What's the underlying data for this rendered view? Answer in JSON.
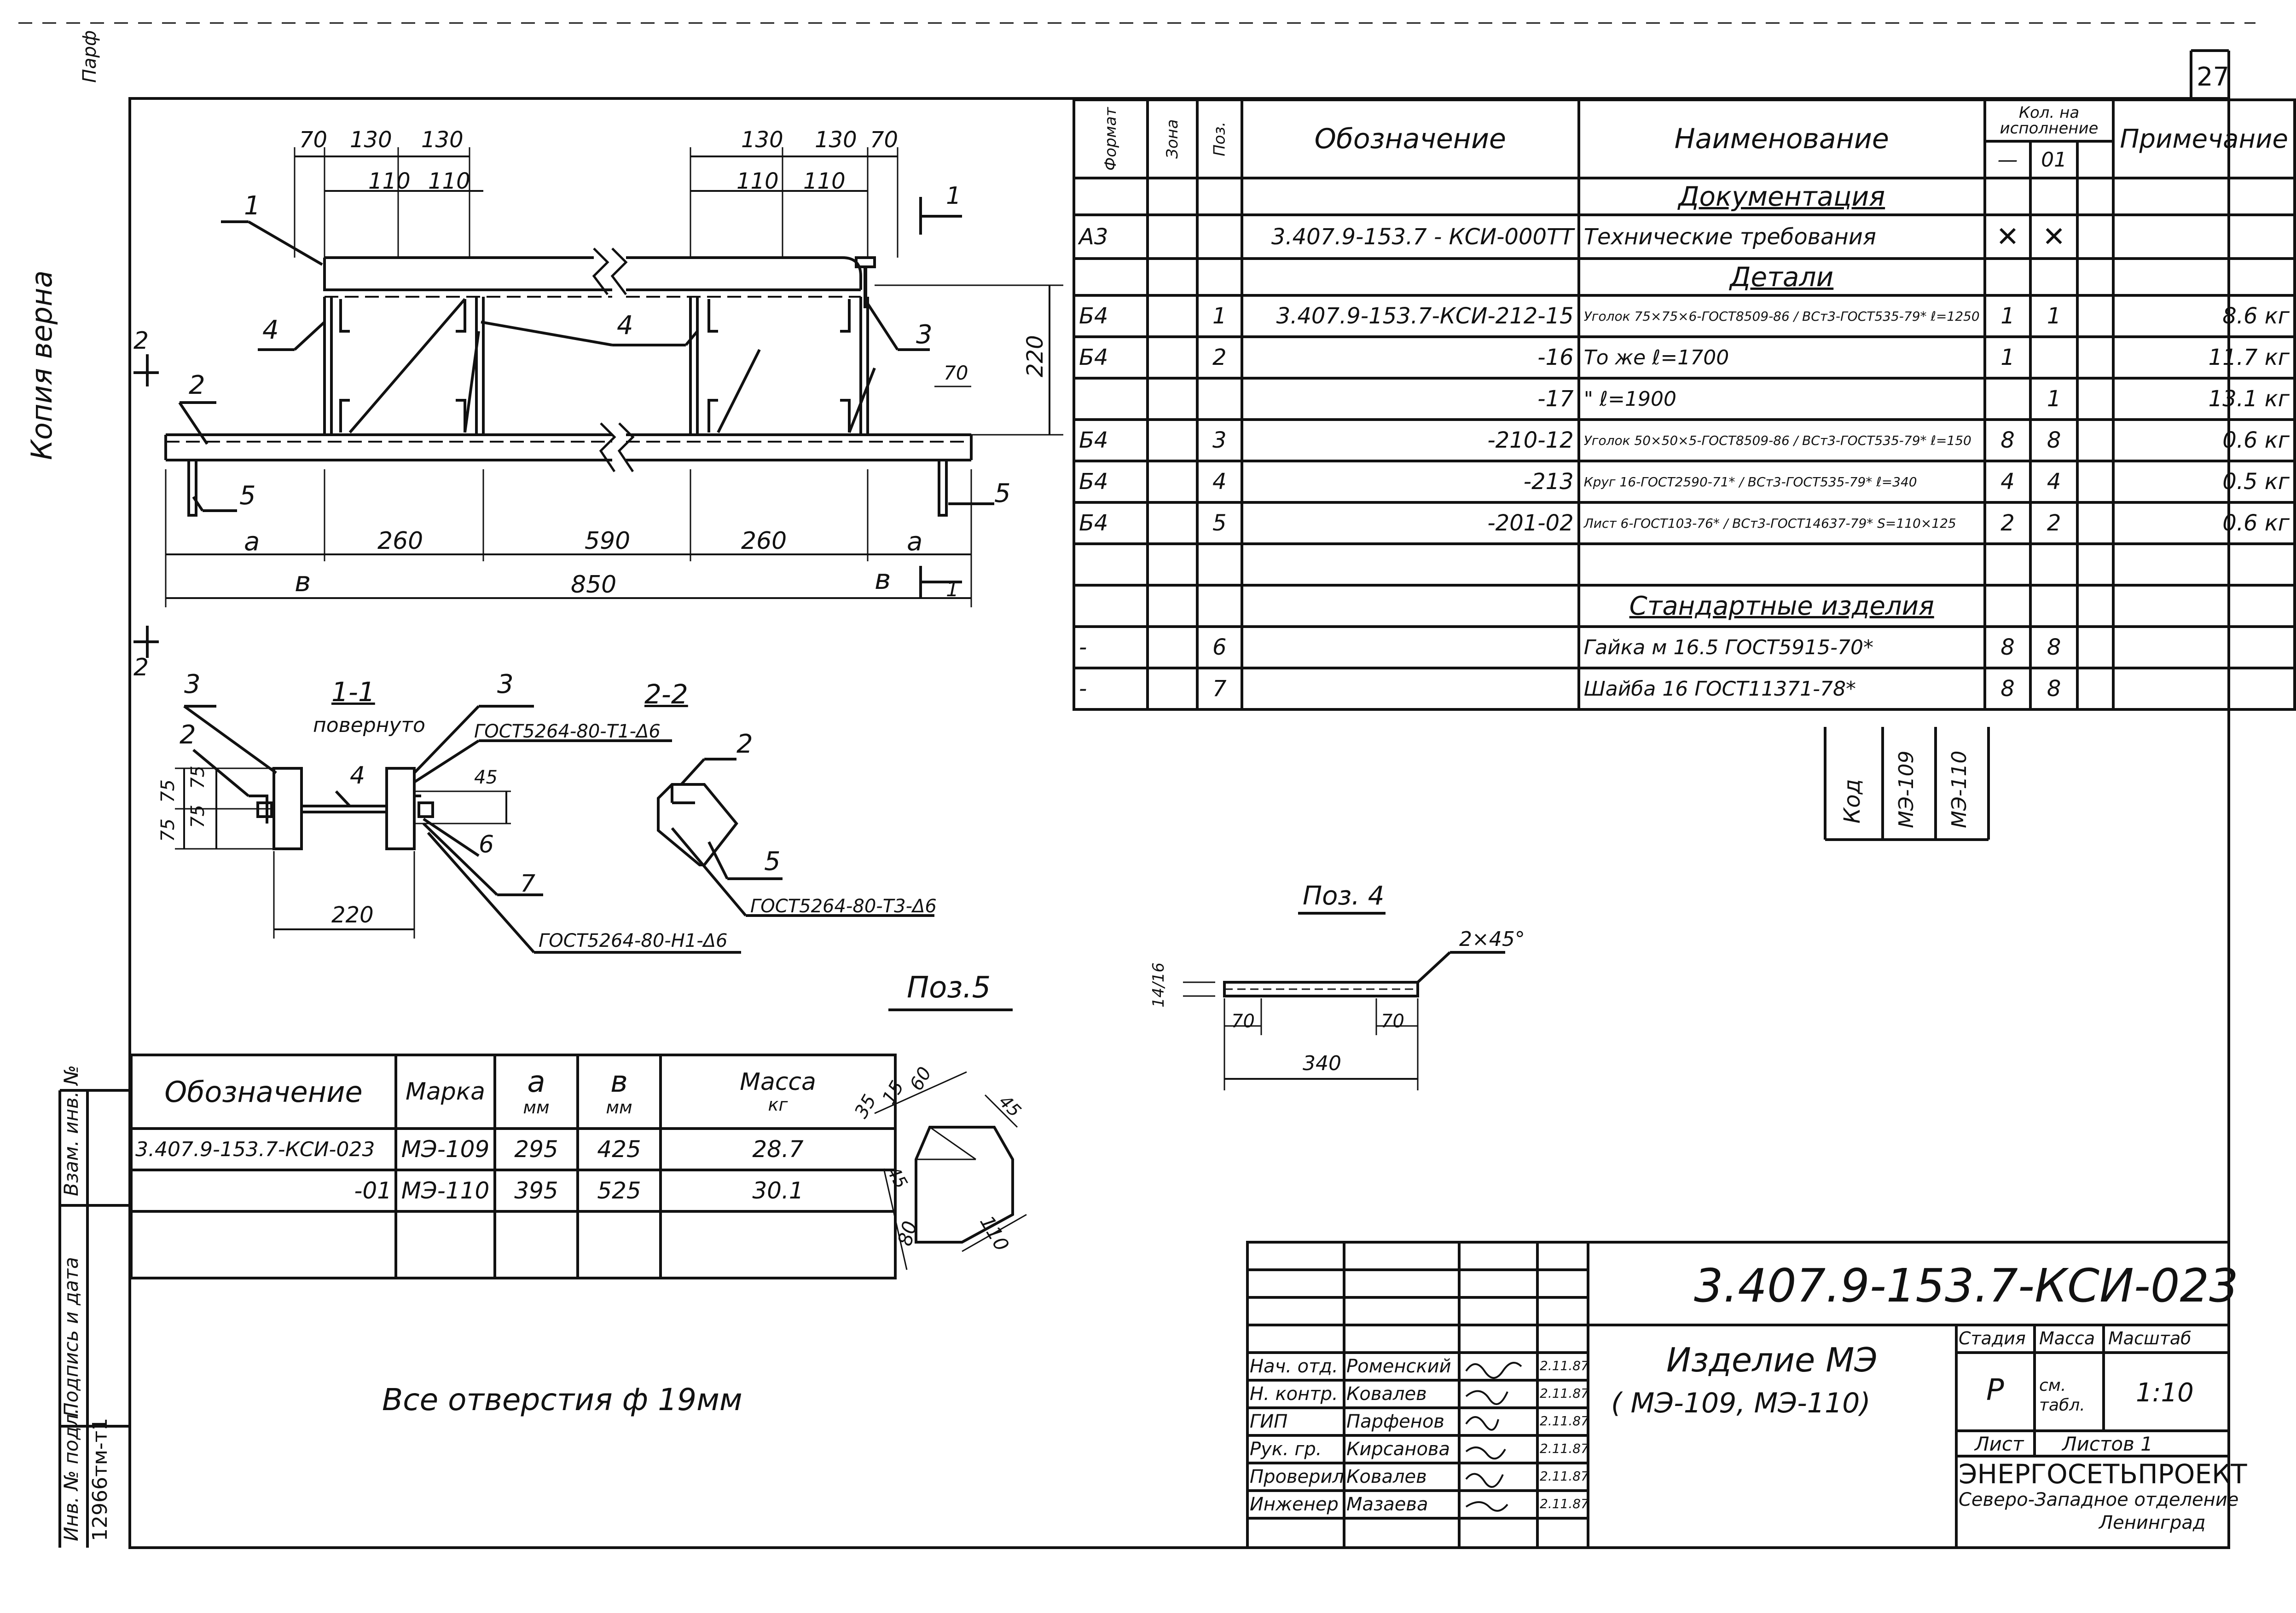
{
  "sheet_number": "27",
  "copy_stamp": "Копия верна",
  "side_stamp": "Парф",
  "spec": {
    "headers": {
      "format": "Формат",
      "zone": "Зона",
      "pos": "Поз.",
      "designation": "Обозначение",
      "name": "Наименование",
      "qty_top": "Кол. на",
      "qty_bottom": "исполнение",
      "variant_base": "—",
      "variant_01": "01",
      "note": "Примечание"
    },
    "rows": [
      {
        "kind": "section",
        "name": "Документация"
      },
      {
        "format": "А3",
        "pos": "",
        "designation": "3.407.9-153.7 - КСИ-000ТТ",
        "name": "Технические требования",
        "q1": "✕",
        "q2": "✕",
        "note": ""
      },
      {
        "kind": "section",
        "name": "Детали"
      },
      {
        "format": "Б4",
        "pos": "1",
        "designation": "3.407.9-153.7-КСИ-212-15",
        "name": "Уголок 75×75×6-ГОСТ8509-86 / ВСт3-ГОСТ535-79*  ℓ=1250",
        "q1": "1",
        "q2": "1",
        "note": "8.6 кг"
      },
      {
        "format": "Б4",
        "pos": "2",
        "designation": "-16",
        "name": "То же  ℓ=1700",
        "q1": "1",
        "q2": "",
        "note": "11.7 кг"
      },
      {
        "format": "",
        "pos": "",
        "designation": "-17",
        "name": "\"  ℓ=1900",
        "q1": "",
        "q2": "1",
        "note": "13.1 кг"
      },
      {
        "format": "Б4",
        "pos": "3",
        "designation": "-210-12",
        "name": "Уголок 50×50×5-ГОСТ8509-86 / ВСт3-ГОСТ535-79*  ℓ=150",
        "q1": "8",
        "q2": "8",
        "note": "0.6 кг"
      },
      {
        "format": "Б4",
        "pos": "4",
        "designation": "-213",
        "name": "Круг 16-ГОСТ2590-71* / ВСт3-ГОСТ535-79*  ℓ=340",
        "q1": "4",
        "q2": "4",
        "note": "0.5 кг"
      },
      {
        "format": "Б4",
        "pos": "5",
        "designation": "-201-02",
        "name": "Лист 6-ГОСТ103-76* / ВСт3-ГОСТ14637-79*  S=110×125",
        "q1": "2",
        "q2": "2",
        "note": "0.6 кг"
      },
      {
        "kind": "blank"
      },
      {
        "kind": "section",
        "name": "Стандартные изделия"
      },
      {
        "format": "-",
        "pos": "6",
        "designation": "",
        "name": "Гайка м 16.5 ГОСТ5915-70*",
        "q1": "8",
        "q2": "8",
        "note": ""
      },
      {
        "format": "-",
        "pos": "7",
        "designation": "",
        "name": "Шайба 16  ГОСТ11371-78*",
        "q1": "8",
        "q2": "8",
        "note": ""
      }
    ],
    "code_label": "Код",
    "code_1": "МЭ-109",
    "code_2": "МЭ-110"
  },
  "marks_table": {
    "headers": {
      "designation": "Обозначение",
      "mark": "Марка",
      "a": "а",
      "a_unit": "мм",
      "b": "в",
      "b_unit": "мм",
      "mass": "Масса",
      "mass_unit": "кг"
    },
    "rows": [
      {
        "designation": "3.407.9-153.7-КСИ-023",
        "mark": "МЭ-109",
        "a": "295",
        "b": "425",
        "mass": "28.7"
      },
      {
        "designation": "-01",
        "mark": "МЭ-110",
        "a": "395",
        "b": "525",
        "mass": "30.1"
      }
    ]
  },
  "drawing": {
    "dims_top_left": [
      "70",
      "130",
      "130",
      "110",
      "110"
    ],
    "dims_top_right": [
      "130",
      "130",
      "70",
      "110",
      "110"
    ],
    "dim_220": "220",
    "dim_70_right": "70",
    "dims_bottom": [
      "а",
      "260",
      "590",
      "260",
      "а"
    ],
    "dim_b_left": "в",
    "dim_850": "850",
    "dim_b_right": "в",
    "callouts": [
      "1",
      "2",
      "3",
      "4",
      "4",
      "5",
      "5"
    ],
    "section_mark_1": "1",
    "section_mark_2": "2",
    "section_1_title": "1-1",
    "section_1_sub": "повернуто",
    "section_2_title": "2-2",
    "sec1_labels": [
      "3",
      "3",
      "2",
      "4",
      "6",
      "7"
    ],
    "sec1_gost_top": "ГОСТ5264-80-Т1-Δ6",
    "sec1_gost_bottom": "ГОСТ5264-80-Н1-Δ6",
    "sec1_dims": [
      "75",
      "75",
      "75",
      "75",
      "45",
      "220"
    ],
    "sec2_labels": [
      "2",
      "5"
    ],
    "sec2_gost": "ГОСТ5264-80-Т3-Δ6",
    "pos4_title": "Поз. 4",
    "pos4_chamfer": "2×45°",
    "pos4_dims": [
      "14/16",
      "70",
      "70",
      "340"
    ],
    "pos5_title": "Поз.5",
    "pos5_dims": [
      "35",
      "15",
      "60",
      "45",
      "45",
      "80",
      "110"
    ],
    "holes_note": "Все отверстия ф 19мм"
  },
  "left_strip": {
    "inv_orig": "Инв. № подл.",
    "sign_date": "Подпись и дата",
    "inv_replace": "Взам. инв. №",
    "inv_value": "12966тм-т1"
  },
  "title_block": {
    "code": "3.407.9-153.7-КСИ-023",
    "product": "Изделие МЭ",
    "product_sub": "( МЭ-109, МЭ-110)",
    "stage_label": "Стадия",
    "mass_label": "Масса",
    "scale_label": "Масштаб",
    "stage": "Р",
    "mass_value": "см. табл.",
    "scale": "1:10",
    "sheet_label": "Лист",
    "sheets_label": "Листов 1",
    "org": "ЭНЕРГОСЕТЬПРОЕКТ",
    "org_sub": "Северо-Западное отделение",
    "org_city": "Ленинград",
    "people": [
      {
        "role": "Нач. отд.",
        "name": "Роменский",
        "date": "2.11.87"
      },
      {
        "role": "Н. контр.",
        "name": "Ковалев",
        "date": "2.11.87"
      },
      {
        "role": "ГИП",
        "name": "Парфенов",
        "date": "2.11.87"
      },
      {
        "role": "Рук. гр.",
        "name": "Кирсанова",
        "date": "2.11.87"
      },
      {
        "role": "Проверил",
        "name": "Ковалев",
        "date": "2.11.87"
      },
      {
        "role": "Инженер",
        "name": "Мазаева",
        "date": "2.11.87"
      }
    ]
  }
}
